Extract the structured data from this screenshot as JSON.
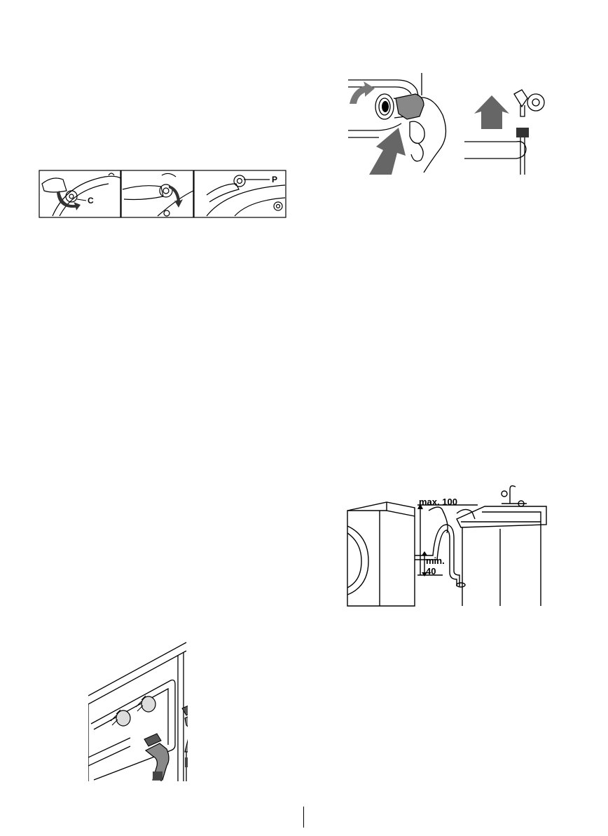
{
  "figures": {
    "panel_strip": {
      "label_c": "C",
      "label_p": "P"
    },
    "hose_inlet": {},
    "tap_connection": {},
    "drain_hose": {
      "max_label": "max. 100",
      "min_label": "min.",
      "min_value": "40"
    },
    "inlet_valves": {}
  }
}
